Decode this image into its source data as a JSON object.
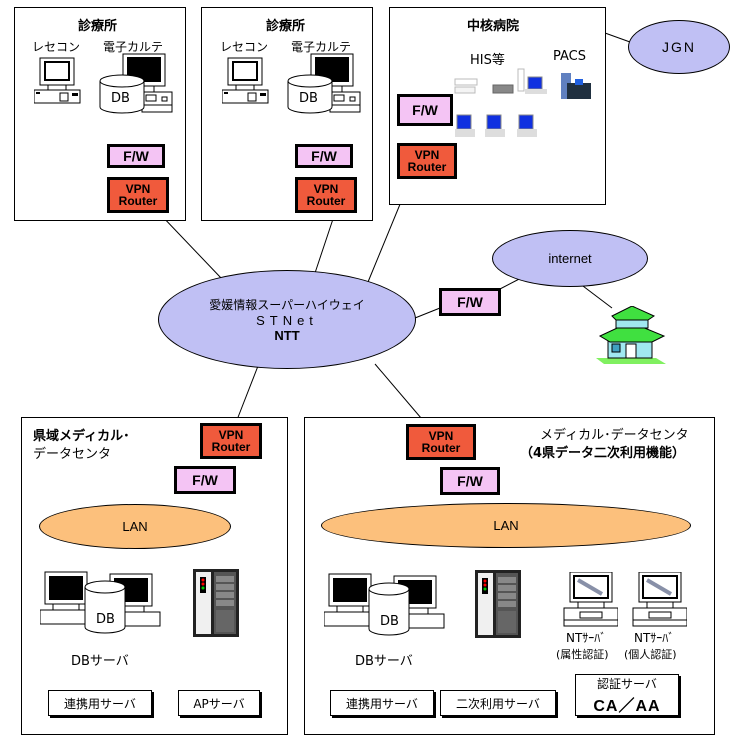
{
  "clinic_left": {
    "title": "診療所",
    "label_receipt": "レセコン",
    "label_emr": "電子カルテ",
    "db": "DB",
    "fw": "F/W",
    "vpn_line1": "VPN",
    "vpn_line2": "Router"
  },
  "clinic_right": {
    "title": "診療所",
    "label_receipt": "レセコン",
    "label_emr": "電子カルテ",
    "db": "DB",
    "fw": "F/W",
    "vpn_line1": "VPN",
    "vpn_line2": "Router"
  },
  "hospital": {
    "title": "中核病院",
    "label_his": "HIS等",
    "label_pacs": "PACS",
    "fw": "F/W",
    "vpn_line1": "VPN",
    "vpn_line2": "Router"
  },
  "jgn": {
    "label": "JGN"
  },
  "backbone": {
    "line1": "愛媛情報スーパーハイウェイ",
    "line2": "STNet",
    "line3": "NTT"
  },
  "internet": {
    "label": "internet",
    "fw": "F/W"
  },
  "prefectural_center": {
    "title_line1": "県域メディカル･",
    "title_line2": "データセンタ",
    "vpn_line1": "VPN",
    "vpn_line2": "Router",
    "fw": "F/W",
    "lan": "LAN",
    "db": "DB",
    "db_server": "DBサーバ",
    "link_server": "連携用サーバ",
    "ap_server": "APサーバ"
  },
  "medical_center": {
    "title_line1": "メディカル･データセンタ",
    "title_line2": "（4県データ二次利用機能）",
    "vpn_line1": "VPN",
    "vpn_line2": "Router",
    "fw": "F/W",
    "lan": "LAN",
    "db": "DB",
    "db_server": "DBサーバ",
    "nt_server_1": "NTｻｰﾊﾞ",
    "nt_server_1_sub": "(属性認証)",
    "nt_server_2": "NTｻｰﾊﾞ",
    "nt_server_2_sub": "(個人認証)",
    "link_server": "連携用サーバ",
    "secondary_server": "二次利用サーバ",
    "auth_server_line1": "認証サーバ",
    "auth_server_line2": "CA／AA"
  },
  "colors": {
    "fw_fill": "#f4c4f4",
    "vpn_fill": "#f05a3c",
    "cloud_fill": "#c0c0f4",
    "lan_fill": "#fcc07c"
  }
}
